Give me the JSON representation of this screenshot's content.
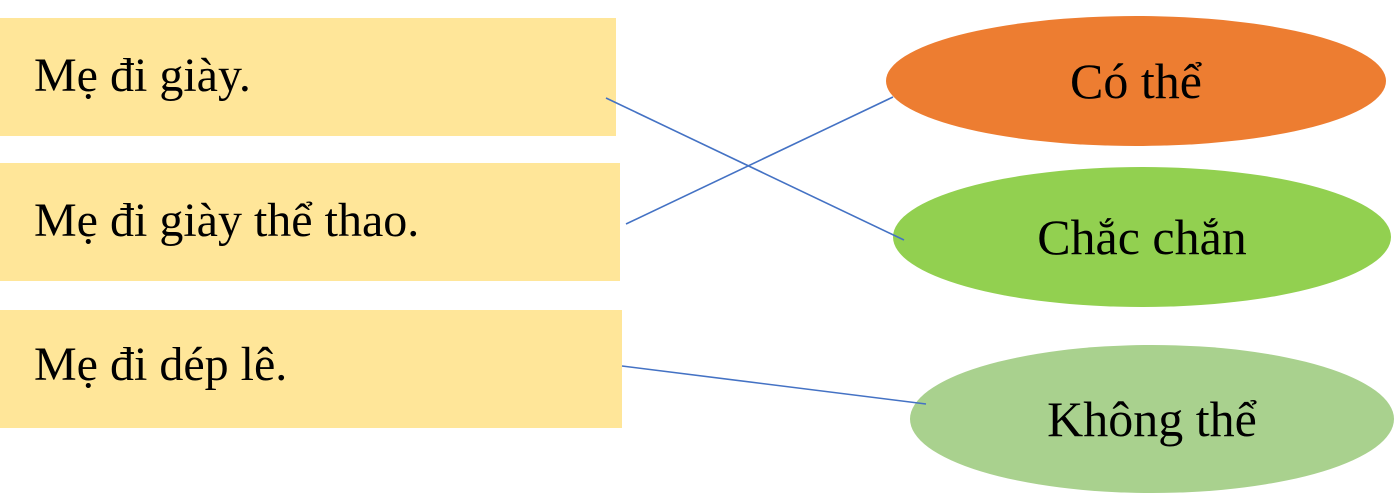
{
  "statements": [
    {
      "text": "Mẹ đi giày."
    },
    {
      "text": "Mẹ đi giày thể thao."
    },
    {
      "text": "Mẹ đi dép lê."
    }
  ],
  "options": [
    {
      "label": "Có thể",
      "color": "#ED7D31"
    },
    {
      "label": "Chắc chắn",
      "color": "#92D050"
    },
    {
      "label": "Không thể",
      "color": "#A9D18E"
    }
  ],
  "connections": [
    {
      "from": "Mẹ đi giày.",
      "to": "Chắc chắn"
    },
    {
      "from": "Mẹ đi giày thể thao.",
      "to": "Có thể"
    },
    {
      "from": "Mẹ đi dép lê.",
      "to": "Không thể"
    }
  ],
  "line_color": "#4472C4",
  "statement_color": "#FFE699"
}
